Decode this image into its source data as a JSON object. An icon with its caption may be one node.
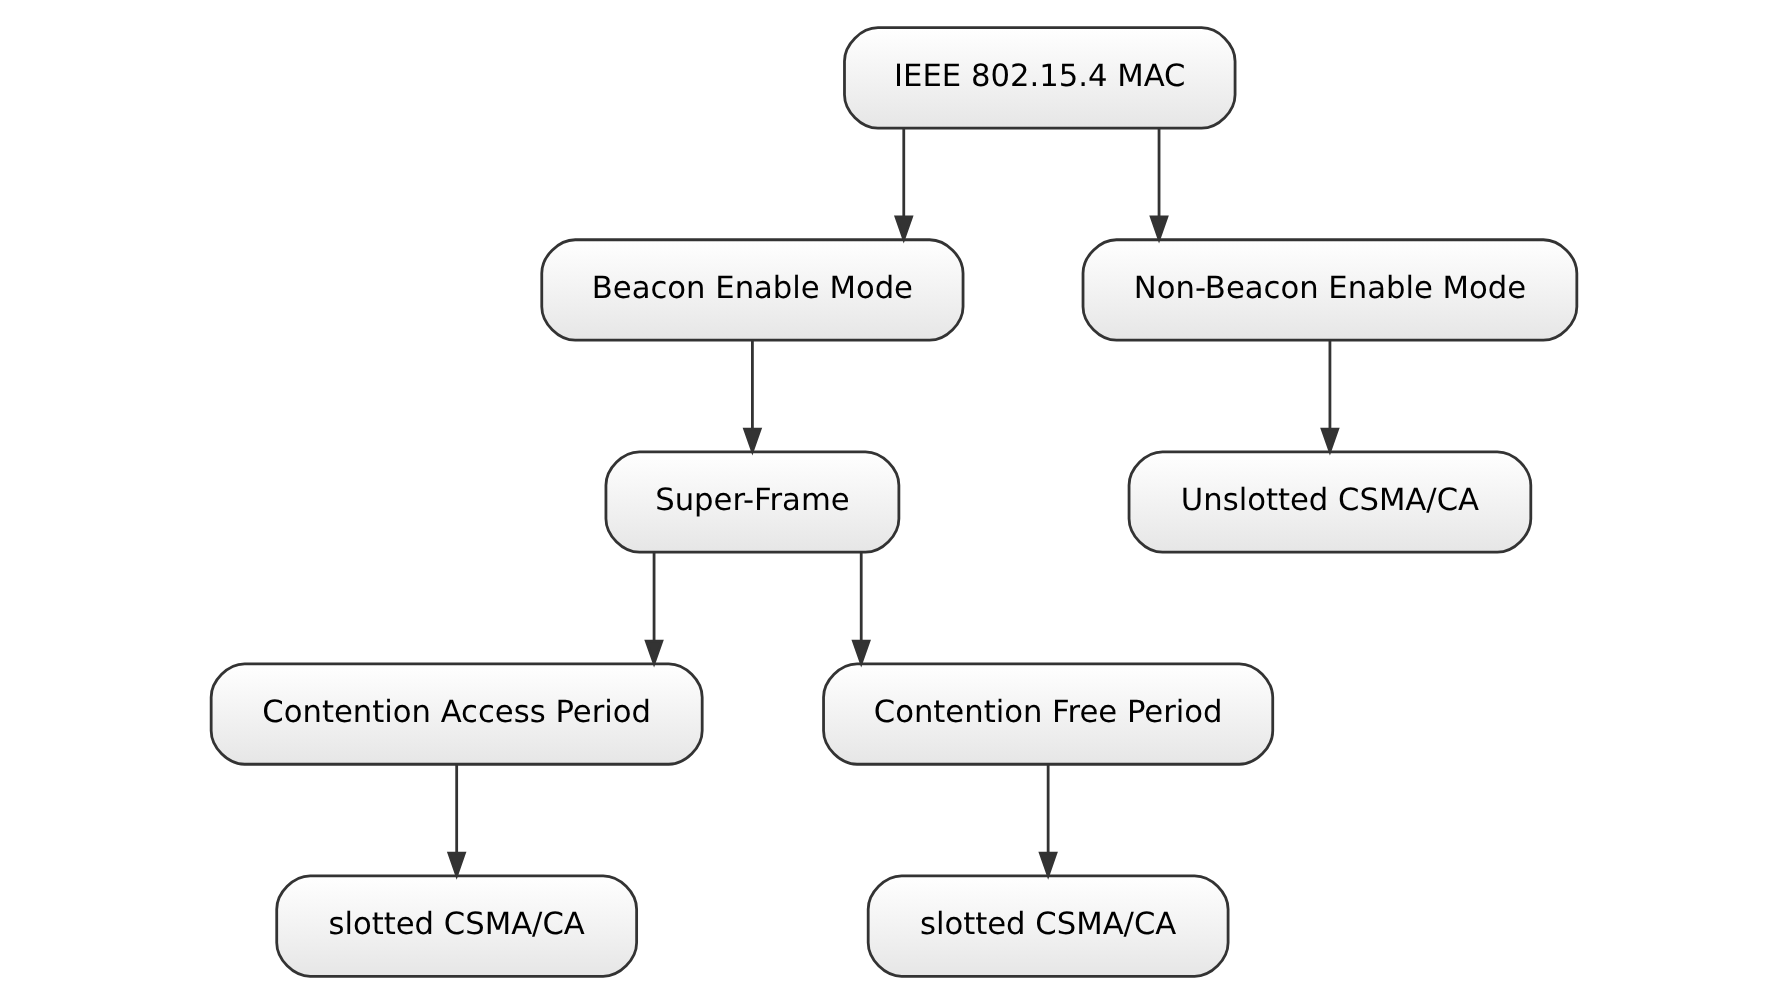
{
  "diagram": {
    "nodes": [
      {
        "text": [
          "IEEE 802.15.4 MAC"
        ]
      },
      {
        "text": [
          "Beacon Enable Mode"
        ]
      },
      {
        "text": [
          "Non-Beacon Enable Mode"
        ]
      },
      {
        "text": [
          "Super-Frame"
        ]
      },
      {
        "text": [
          "Unslotted CSMA/CA"
        ]
      },
      {
        "text": [
          "Contention Access Period"
        ]
      },
      {
        "text": [
          "Contention Free Period"
        ]
      },
      {
        "text": [
          "slotted CSMA/CA"
        ]
      },
      {
        "text": [
          "slotted CSMA/CA"
        ]
      }
    ],
    "edges": [
      {
        "from": 0,
        "to": 1,
        "arrow": "to"
      },
      {
        "from": 0,
        "to": 2,
        "arrow": "to"
      },
      {
        "from": 1,
        "to": 3,
        "arrow": "to"
      },
      {
        "from": 2,
        "to": 4,
        "arrow": "to"
      },
      {
        "from": 3,
        "to": 5,
        "arrow": "to"
      },
      {
        "from": 3,
        "to": 6,
        "arrow": "to"
      },
      {
        "from": 5,
        "to": 7,
        "arrow": "to"
      },
      {
        "from": 6,
        "to": 8,
        "arrow": "to"
      }
    ]
  }
}
